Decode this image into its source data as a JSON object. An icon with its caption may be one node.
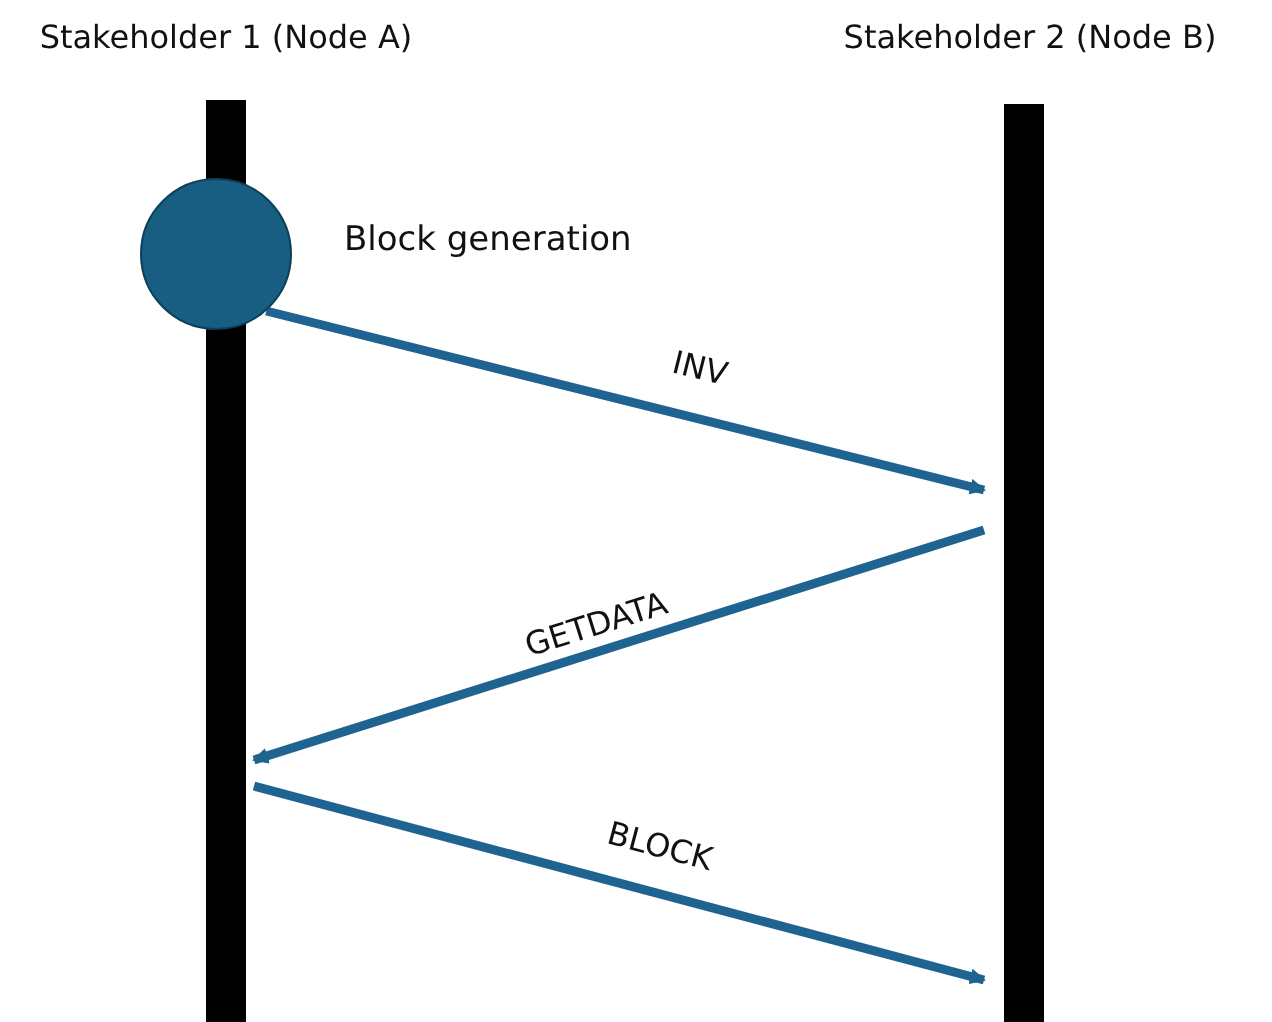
{
  "diagram": {
    "nodes": [
      {
        "text": [
          "Stakeholder 1 (Node A)"
        ]
      },
      {
        "text": [
          "Stakeholder 2 (Node B)"
        ]
      },
      {
        "text": [],
        "shape": "circle",
        "beside": [
          "Block generation"
        ]
      }
    ],
    "edges": [
      {
        "from": 2,
        "to": 1,
        "arrow": "to",
        "label": "INV"
      },
      {
        "from": 1,
        "to": 0,
        "arrow": "to",
        "label": "GETDATA"
      },
      {
        "from": 0,
        "to": 1,
        "arrow": "to",
        "label": "BLOCK"
      }
    ]
  }
}
